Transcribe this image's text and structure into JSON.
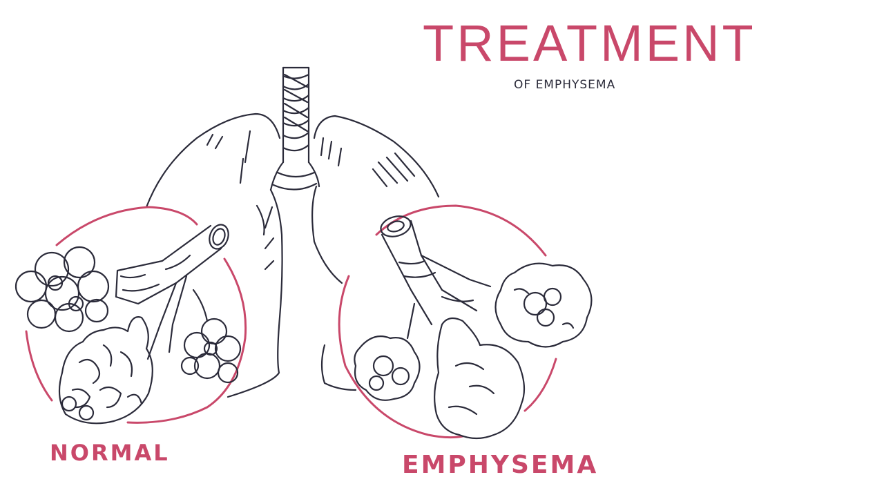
{
  "title": "TREATMENT",
  "subtitle": "OF EMPHYSEMA",
  "labels": {
    "normal": "NORMAL",
    "emphysema": "EMPHYSEMA"
  },
  "colors": {
    "accent": "#c9486a",
    "ink": "#2b2b3a"
  }
}
